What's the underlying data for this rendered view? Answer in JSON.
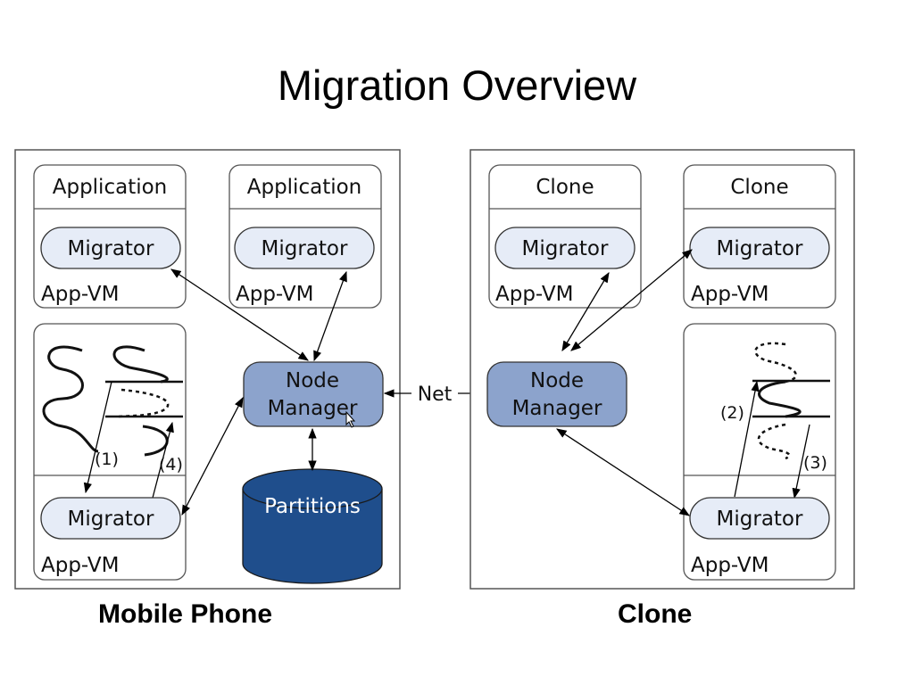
{
  "title": "Migration Overview",
  "colors": {
    "migrator_fill": "#e6ecf7",
    "node_manager_fill": "#8ca3cc",
    "partitions_fill": "#1f4e8c"
  },
  "phone": {
    "caption": "Mobile Phone",
    "app1": {
      "title": "Application",
      "migrator": "Migrator",
      "vm": "App-VM"
    },
    "app2": {
      "title": "Application",
      "migrator": "Migrator",
      "vm": "App-VM"
    },
    "threads_vm": {
      "migrator": "Migrator",
      "vm": "App-VM",
      "step1": "(1)",
      "step4": "(4)"
    },
    "node_manager": {
      "line1": "Node",
      "line2": "Manager"
    },
    "partitions": "Partitions"
  },
  "net": "Net",
  "clone": {
    "caption": "Clone",
    "app1": {
      "title": "Clone",
      "migrator": "Migrator",
      "vm": "App-VM"
    },
    "app2": {
      "title": "Clone",
      "migrator": "Migrator",
      "vm": "App-VM"
    },
    "threads_vm": {
      "migrator": "Migrator",
      "vm": "App-VM",
      "step2": "(2)",
      "step3": "(3)"
    },
    "node_manager": {
      "line1": "Node",
      "line2": "Manager"
    }
  }
}
